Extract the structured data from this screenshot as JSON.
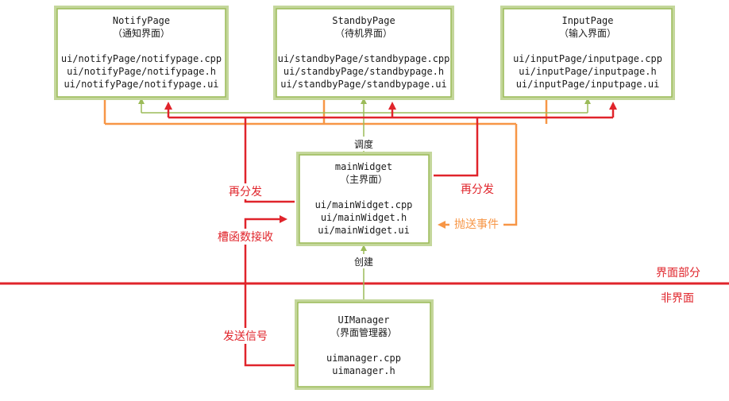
{
  "boxes": {
    "notify": {
      "title": "NotifyPage",
      "subtitle": "（通知界面）",
      "files": [
        "ui/notifyPage/notifypage.cpp",
        "ui/notifyPage/notifypage.h",
        "ui/notifyPage/notifypage.ui"
      ]
    },
    "standby": {
      "title": "StandbyPage",
      "subtitle": "（待机界面）",
      "files": [
        "ui/standbyPage/standbypage.cpp",
        "ui/standbyPage/standbypage.h",
        "ui/standbyPage/standbypage.ui"
      ]
    },
    "input": {
      "title": "InputPage",
      "subtitle": "（输入界面）",
      "files": [
        "ui/inputPage/inputpage.cpp",
        "ui/inputPage/inputpage.h",
        "ui/inputPage/inputpage.ui"
      ]
    },
    "main": {
      "title": "mainWidget",
      "subtitle": "（主界面）",
      "files": [
        "ui/mainWidget.cpp",
        "ui/mainWidget.h",
        "ui/mainWidget.ui"
      ]
    },
    "manager": {
      "title": "UIManager",
      "subtitle": "（界面管理器）",
      "files": [
        "uimanager.cpp",
        "uimanager.h"
      ]
    }
  },
  "labels": {
    "dispatch": "调度",
    "create": "创建",
    "redistribute_left": "再分发",
    "redistribute_right": "再分发",
    "slot_receive": "槽函数接收",
    "throw_event": "抛送事件",
    "send_signal": "发送信号",
    "ui_part": "界面部分",
    "non_ui": "非界面"
  },
  "colors": {
    "box_border": "#9bbb59",
    "box_border_outer": "#c4d79b",
    "green": "#9bbb59",
    "red": "#e0242b",
    "orange": "#f79646",
    "divider": "#e0242b"
  }
}
